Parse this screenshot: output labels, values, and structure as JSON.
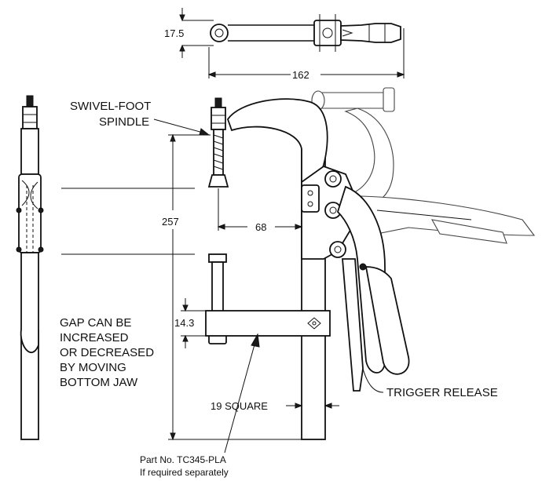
{
  "labels": {
    "swivel_foot_line1": "SWIVEL-FOOT",
    "swivel_foot_line2": "SPINDLE",
    "gap_line1": "GAP CAN BE",
    "gap_line2": "INCREASED",
    "gap_line3": "OR DECREASED",
    "gap_line4": "BY MOVING",
    "gap_line5": "BOTTOM JAW",
    "trigger_release": "TRIGGER RELEASE",
    "part_no": "Part No. TC345-PLA",
    "part_note": "If required separately"
  },
  "dimensions": {
    "top_height": "17.5",
    "top_length": "162",
    "overall_height": "257",
    "throat_depth": "68",
    "jaw_thickness": "14.3",
    "bar_section": "19 SQUARE"
  },
  "colors": {
    "line": "#111111",
    "background": "#ffffff"
  }
}
